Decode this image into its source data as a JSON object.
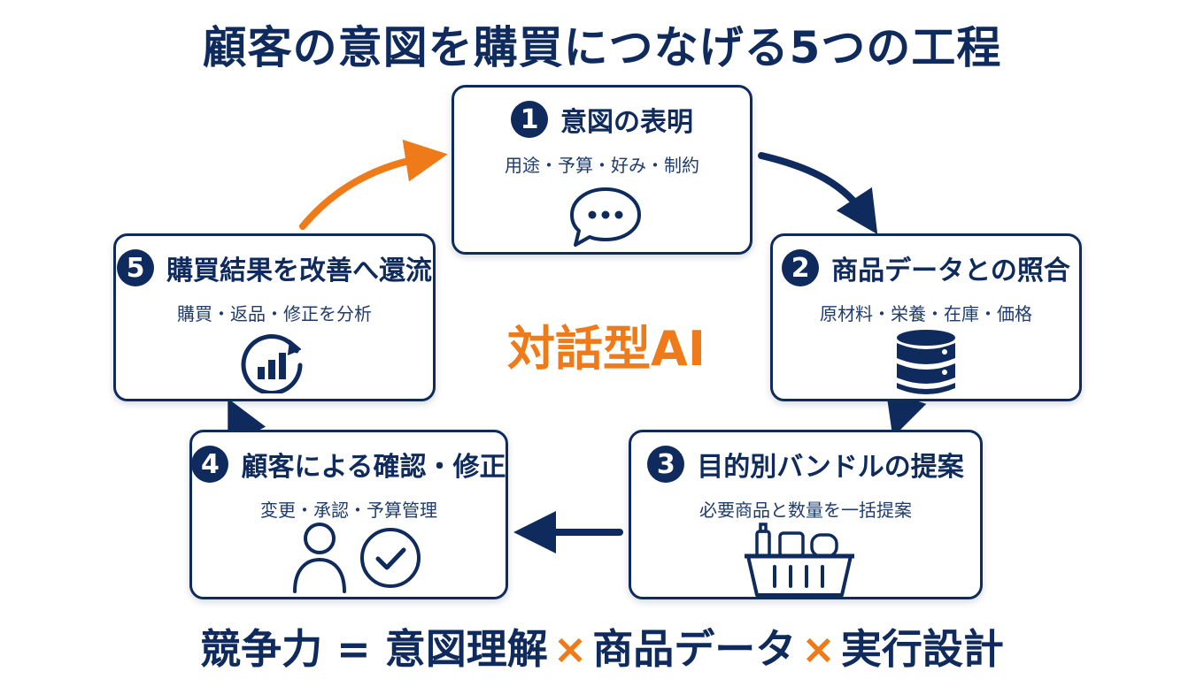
{
  "title": "顧客の意図を購買につなげる5つの工程",
  "center_label": "対話型AI",
  "steps": [
    {
      "number": "1",
      "title": "意図の表明",
      "subtitle": "用途・予算・好み・制約",
      "icon": "speech-bubble-icon"
    },
    {
      "number": "2",
      "title": "商品データとの照合",
      "subtitle": "原材料・栄養・在庫・価格",
      "icon": "database-icon"
    },
    {
      "number": "3",
      "title": "目的別バンドルの提案",
      "subtitle": "必要商品と数量を一括提案",
      "icon": "shopping-basket-icon"
    },
    {
      "number": "4",
      "title": "顧客による確認・修正",
      "subtitle": "変更・承認・予算管理",
      "icon": "user-check-icon"
    },
    {
      "number": "5",
      "title": "購買結果を改善へ還流",
      "subtitle": "購買・返品・修正を分析",
      "icon": "refresh-chart-icon"
    }
  ],
  "formula": {
    "term1": "競争力 = 意図理解",
    "times1": "×",
    "term2": "商品データ",
    "times2": "×",
    "term3": "実行設計"
  },
  "colors": {
    "navy": "#0f2a5c",
    "orange": "#ee7a1a"
  }
}
